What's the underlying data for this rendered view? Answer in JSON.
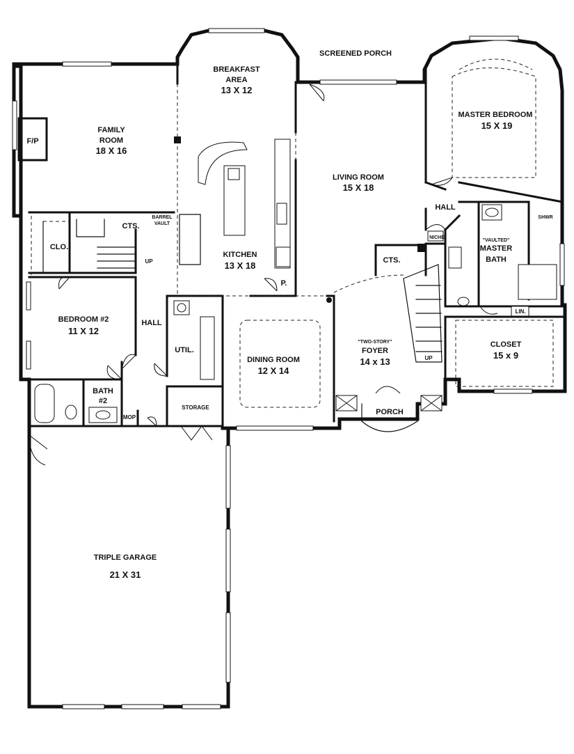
{
  "floor_plan": {
    "rooms": {
      "screened_porch": {
        "name": "SCREENED PORCH"
      },
      "breakfast": {
        "name_line1": "BREAKFAST",
        "name_line2": "AREA",
        "size": "13 X 12"
      },
      "master_bedroom": {
        "name": "MASTER BEDROOM",
        "size": "15 X 19"
      },
      "family_room": {
        "name_line1": "FAMILY",
        "name_line2": "ROOM",
        "size": "18 X 16"
      },
      "fireplace": {
        "name": "F/P"
      },
      "living_room": {
        "name": "LIVING ROOM",
        "size": "15 X 18"
      },
      "hall_master": {
        "name": "HALL"
      },
      "barrel_vault": {
        "line1": "BARREL",
        "line2": "VAULT"
      },
      "cts_upper": {
        "name": "CTS."
      },
      "clo": {
        "name": "CLO."
      },
      "up_stair_left": {
        "name": "UP"
      },
      "kitchen": {
        "name": "KITCHEN",
        "size": "13 X 18"
      },
      "shwr": {
        "name": "SHWR"
      },
      "niche": {
        "name": "NICHE"
      },
      "master_bath": {
        "note": "\"VAULTED\"",
        "name_line1": "MASTER",
        "name_line2": "BATH"
      },
      "cts_foyer": {
        "name": "CTS."
      },
      "pantry": {
        "name": "P."
      },
      "bedroom2": {
        "name": "BEDROOM #2",
        "size": "11 X 12"
      },
      "hall_left": {
        "name": "HALL"
      },
      "lin": {
        "name": "LIN."
      },
      "closet": {
        "name": "CLOSET",
        "size": "15 x 9"
      },
      "util": {
        "name": "UTIL."
      },
      "dining": {
        "name": "DINING ROOM",
        "size": "12 X 14"
      },
      "foyer": {
        "note": "\"TWO-STORY\"",
        "name": "FOYER",
        "size": "14 x 13"
      },
      "up_stair_foyer": {
        "name": "UP"
      },
      "bath2": {
        "name_line1": "BATH",
        "name_line2": "#2"
      },
      "storage": {
        "name": "STORAGE"
      },
      "mop": {
        "name": "MOP"
      },
      "porch": {
        "name": "PORCH"
      },
      "garage": {
        "name": "TRIPLE GARAGE",
        "size": "21 X 31"
      }
    },
    "colors": {
      "wall": "#111111",
      "background": "#ffffff"
    }
  }
}
